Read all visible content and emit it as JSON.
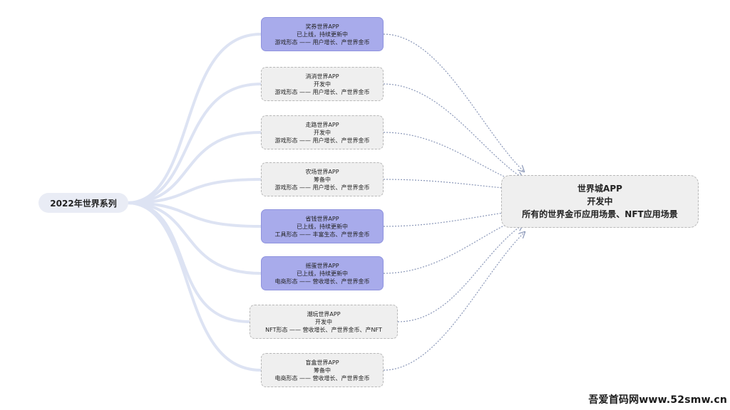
{
  "root": {
    "label": "2022年世界系列"
  },
  "nodes": [
    {
      "status_type": "live",
      "lines": [
        "奖券世界APP",
        "已上线，持续更新中",
        "游戏形态 —— 用户增长、产世界金币"
      ]
    },
    {
      "status_type": "other",
      "lines": [
        "消消世界APP",
        "开发中",
        "游戏形态 —— 用户增长、产世界金币"
      ]
    },
    {
      "status_type": "other",
      "lines": [
        "走路世界APP",
        "开发中",
        "游戏形态 —— 用户增长、产世界金币"
      ]
    },
    {
      "status_type": "other",
      "lines": [
        "农场世界APP",
        "筹备中",
        "游戏形态 —— 用户增长、产世界金币"
      ]
    },
    {
      "status_type": "live",
      "lines": [
        "省钱世界APP",
        "已上线，持续更新中",
        "工具形态 —— 丰富生态、产世界金币"
      ]
    },
    {
      "status_type": "live",
      "lines": [
        "摇蛋世界APP",
        "已上线，持续更新中",
        "电商形态 —— 营收增长、产世界金币"
      ]
    },
    {
      "status_type": "other",
      "lines": [
        "潮玩世界APP",
        "开发中",
        "NFT形态 —— 营收增长、产世界金币、产NFT"
      ]
    },
    {
      "status_type": "other",
      "lines": [
        "盲盒世界APP",
        "筹备中",
        "电商形态 —— 营收增长、产世界金币"
      ]
    }
  ],
  "target": {
    "lines": [
      "世界城APP",
      "开发中",
      "所有的世界金币应用场景、NFT应用场景"
    ]
  },
  "watermark": "吾爱首码网www.52smw.cn",
  "colors": {
    "live_fill": "#a8abeb",
    "other_fill": "#efefef",
    "root_fill": "#e9ecf5",
    "fan_line": "#dde3f3",
    "arrow_line": "#8a97b8"
  }
}
